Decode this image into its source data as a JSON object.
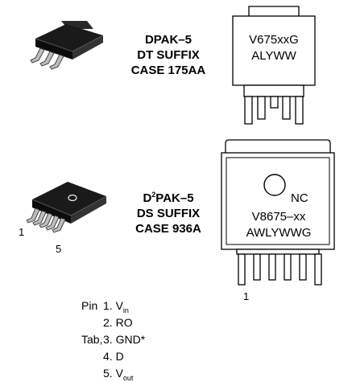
{
  "dpak": {
    "line1": "DPAK–5",
    "line2": "DT SUFFIX",
    "line3": "CASE 175AA",
    "marking_line1": "V675xxG",
    "marking_line2": "ALYWW"
  },
  "d2pak": {
    "line1_pre": "D",
    "line1_sup": "2",
    "line1_post": "PAK–5",
    "line2": "DS SUFFIX",
    "line3": "CASE 936A",
    "marking_nc": "NC",
    "marking_line1": "V8675–xx",
    "marking_line2": "AWLYWWG",
    "pin1_label_3d": "1",
    "pin5_label_3d": "5",
    "pin1_label_front": "1"
  },
  "pinout": {
    "pin_word": "Pin",
    "tab_word": "Tab,",
    "pins": [
      {
        "num": "1.",
        "name": "V",
        "sub": "in",
        "suffix": ""
      },
      {
        "num": "2.",
        "name": "RO",
        "sub": "",
        "suffix": ""
      },
      {
        "num": "3.",
        "name": "GND*",
        "sub": "",
        "suffix": ""
      },
      {
        "num": "4.",
        "name": "D",
        "sub": "",
        "suffix": ""
      },
      {
        "num": "5.",
        "name": "V",
        "sub": "out",
        "suffix": ""
      }
    ]
  }
}
